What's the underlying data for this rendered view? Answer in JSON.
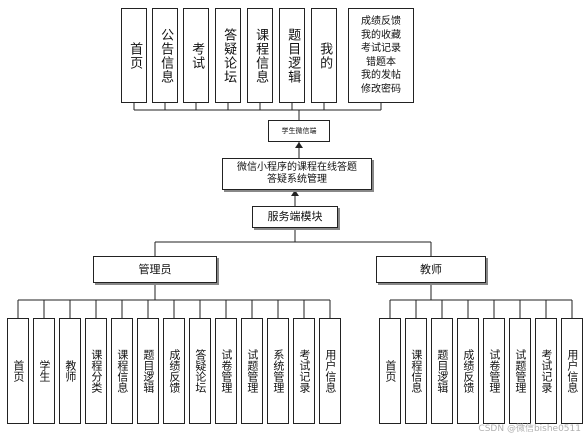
{
  "mini_program": {
    "label": "学生微信端",
    "pages": [
      "首页",
      "公告信息",
      "考试",
      "答疑论坛",
      "课程信息",
      "题目逻辑",
      "我的"
    ],
    "my_items": "成绩反馈\n我的收藏\n考试记录\n错题本\n我的发帖\n修改密码"
  },
  "system": {
    "title": "微信小程序的课程在线答题\n答疑系统管理"
  },
  "server": {
    "title": "服务端模块"
  },
  "admin": {
    "title": "管理员",
    "items": [
      "首页",
      "学生",
      "教师",
      "课程分类",
      "课程信息",
      "题目逻辑",
      "成绩反馈",
      "答疑论坛",
      "试卷管理",
      "试题管理",
      "系统管理",
      "考试记录",
      "用户信息"
    ]
  },
  "teacher": {
    "title": "教师",
    "items": [
      "首页",
      "课程信息",
      "题目逻辑",
      "成绩反馈",
      "试卷管理",
      "试题管理",
      "考试记录",
      "用户信息"
    ]
  },
  "watermark": "CSDN @微信bishe0511"
}
